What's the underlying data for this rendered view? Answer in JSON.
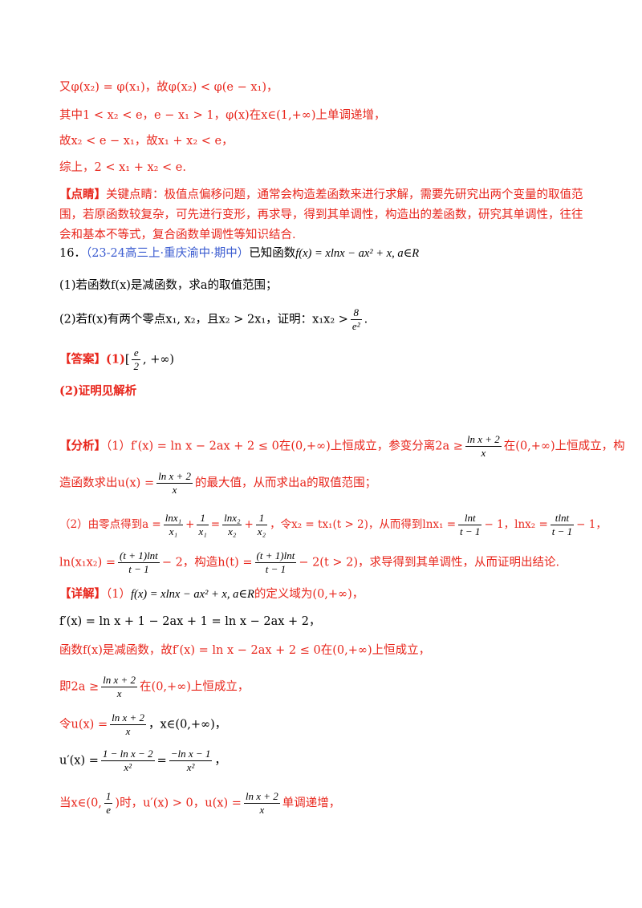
{
  "lines": {
    "l1": "又φ(x₂) = φ(x₁)，故φ(x₂) < φ(e − x₁)，",
    "l2": "其中1 < x₂ < e，e − x₁ > 1，φ(x)在x∈(1,+∞)上单调递增，",
    "l3": "故x₂ < e − x₁，故x₁ + x₂ < e，",
    "l4": "综上，2 < x₁ + x₂ < e."
  },
  "dianjing": {
    "tag": "【点睛】",
    "text": "关键点睛：极值点偏移问题，通常会构造差函数来进行求解，需要先研究出两个变量的取值范围，若原函数较复杂，可先进行变形，再求导，得到其单调性，构造出的差函数，研究其单调性，往往会和基本不等式，复合函数单调性等知识结合."
  },
  "problem": {
    "number": "16．",
    "source": "（23-24高三上·重庆渝中·期中）",
    "stem_prefix": "已知函数",
    "stem_formula": "f(x) = xlnx − ax² + x, a∈R",
    "part1": "(1)若函数f(x)是减函数，求a的取值范围；",
    "part2_prefix": "(2)若f(x)有两个零点x₁, x₂，且x₂ > 2x₁，证明：x₁x₂ >",
    "part2_num": "8",
    "part2_den": "e²",
    "part2_suffix": "."
  },
  "answer": {
    "tag": "【答案】",
    "p1_prefix": "(1)",
    "p1_num": "e",
    "p1_den": "2",
    "p1_suffix": ", +∞)",
    "p2": "(2)证明见解析"
  },
  "analysis": {
    "tag": "【分析】",
    "a1_1": "（1）f′(x) = ln x − 2ax + 2 ≤ 0在(0,+∞)上恒成立，参变分离2a ≥",
    "a1_num": "ln x + 2",
    "a1_den": "x",
    "a1_2": "在(0,+∞)上恒成立，构",
    "a2_1": "造函数求出u(x) =",
    "a2_num": "ln x + 2",
    "a2_den": "x",
    "a2_2": "的最大值，从而求出a的取值范围；",
    "a3_1": "（2）由零点得到a =",
    "a3_f1n": "lnx₁",
    "a3_f1d": "x₁",
    "a3_plus1": "+",
    "a3_f2n": "1",
    "a3_f2d": "x₁",
    "a3_eq": "=",
    "a3_f3n": "lnx₂",
    "a3_f3d": "x₂",
    "a3_plus2": "+",
    "a3_f4n": "1",
    "a3_f4d": "x₂",
    "a3_2": "，令x₂ = tx₁(t > 2)，从而得到lnx₁ =",
    "a3_f5n": "lnt",
    "a3_f5d": "t − 1",
    "a3_3": "− 1，lnx₂ =",
    "a3_f6n": "tlnt",
    "a3_f6d": "t − 1",
    "a3_4": "− 1，",
    "a4_1": "ln(x₁x₂) =",
    "a4_f1n": "(t + 1)lnt",
    "a4_f1d": "t − 1",
    "a4_2": "− 2，构造h(t) =",
    "a4_f2n": "(t + 1)lnt",
    "a4_f2d": "t − 1",
    "a4_3": "− 2(t > 2)，求导得到其单调性，从而证明出结论."
  },
  "detail": {
    "tag": "【详解】",
    "d1_1": "（1）",
    "d1_f": "f(x) = xlnx − ax² + x, a∈R",
    "d1_2": "的定义域为(0,+∞)，",
    "d2": "f′(x) = ln x + 1 − 2ax + 1 = ln x − 2ax + 2，",
    "d3": "函数f(x)是减函数，故f′(x) = ln x − 2ax + 2 ≤ 0在(0,+∞)上恒成立，",
    "d4_1": "即2a ≥",
    "d4_num": "ln x + 2",
    "d4_den": "x",
    "d4_2": "在(0,+∞)上恒成立，",
    "d5_1": "令u(x) =",
    "d5_num": "ln x + 2",
    "d5_den": "x",
    "d5_2": "，x∈(0,+∞)，",
    "d6_1": "u′(x) =",
    "d6_f1n": "1 − ln x − 2",
    "d6_f1d": "x²",
    "d6_eq": "=",
    "d6_f2n": "−ln x − 1",
    "d6_f2d": "x²",
    "d6_2": "，",
    "d7_1": "当x∈(0,",
    "d7_num": "1",
    "d7_den": "e",
    "d7_2": ")时，u′(x) > 0，u(x) =",
    "d7_f2n": "ln x + 2",
    "d7_f2d": "x",
    "d7_3": "单调递增，"
  },
  "colors": {
    "red": "#e8261c",
    "blue": "#3a5bd0",
    "text": "#000000"
  }
}
